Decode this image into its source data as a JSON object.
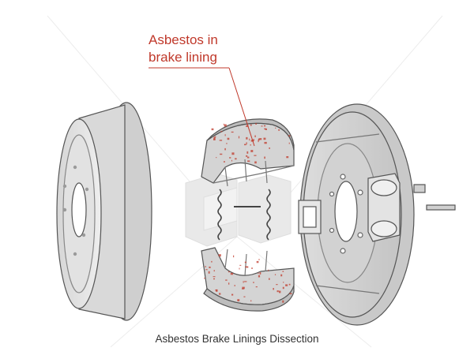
{
  "callout": {
    "line1": "Asbestos in",
    "line2": "brake lining"
  },
  "caption": "Asbestos Brake Linings Dissection",
  "colors": {
    "metal_light": "#e4e4e4",
    "metal_mid": "#cfcfcf",
    "metal_dark": "#a8a8a8",
    "outline": "#555555",
    "asbestos": "#c0392b",
    "callout_line": "#c0392b"
  }
}
